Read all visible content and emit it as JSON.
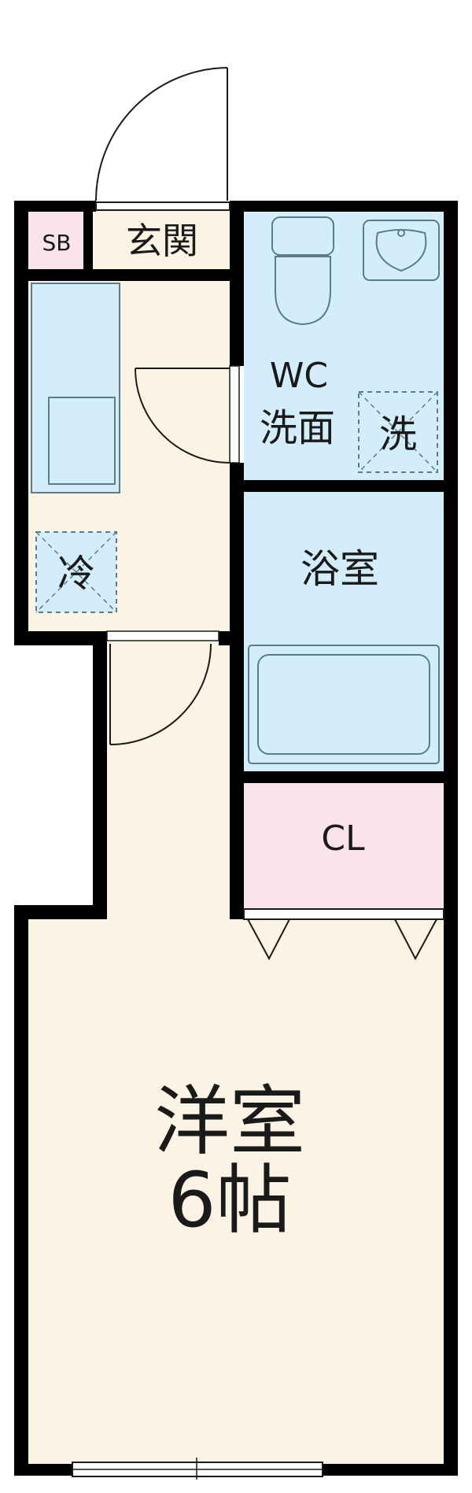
{
  "floor_plan": {
    "rooms": {
      "entrance": "玄関",
      "shoe_box": "SB",
      "wc_washroom_line1": "WC",
      "wc_washroom_line2": "洗面",
      "washing_machine": "洗",
      "refrigerator": "冷",
      "bathroom": "浴室",
      "closet": "CL",
      "western_room_line1": "洋室",
      "western_room_line2": "6帖"
    },
    "colors": {
      "wall": "#000000",
      "floor": "#fbf4e4",
      "wet_area": "#d3eefa",
      "closet": "#f9e4ee",
      "shoe_box": "#f9e4ee",
      "fixture_stroke": "#5b7c8c"
    }
  }
}
